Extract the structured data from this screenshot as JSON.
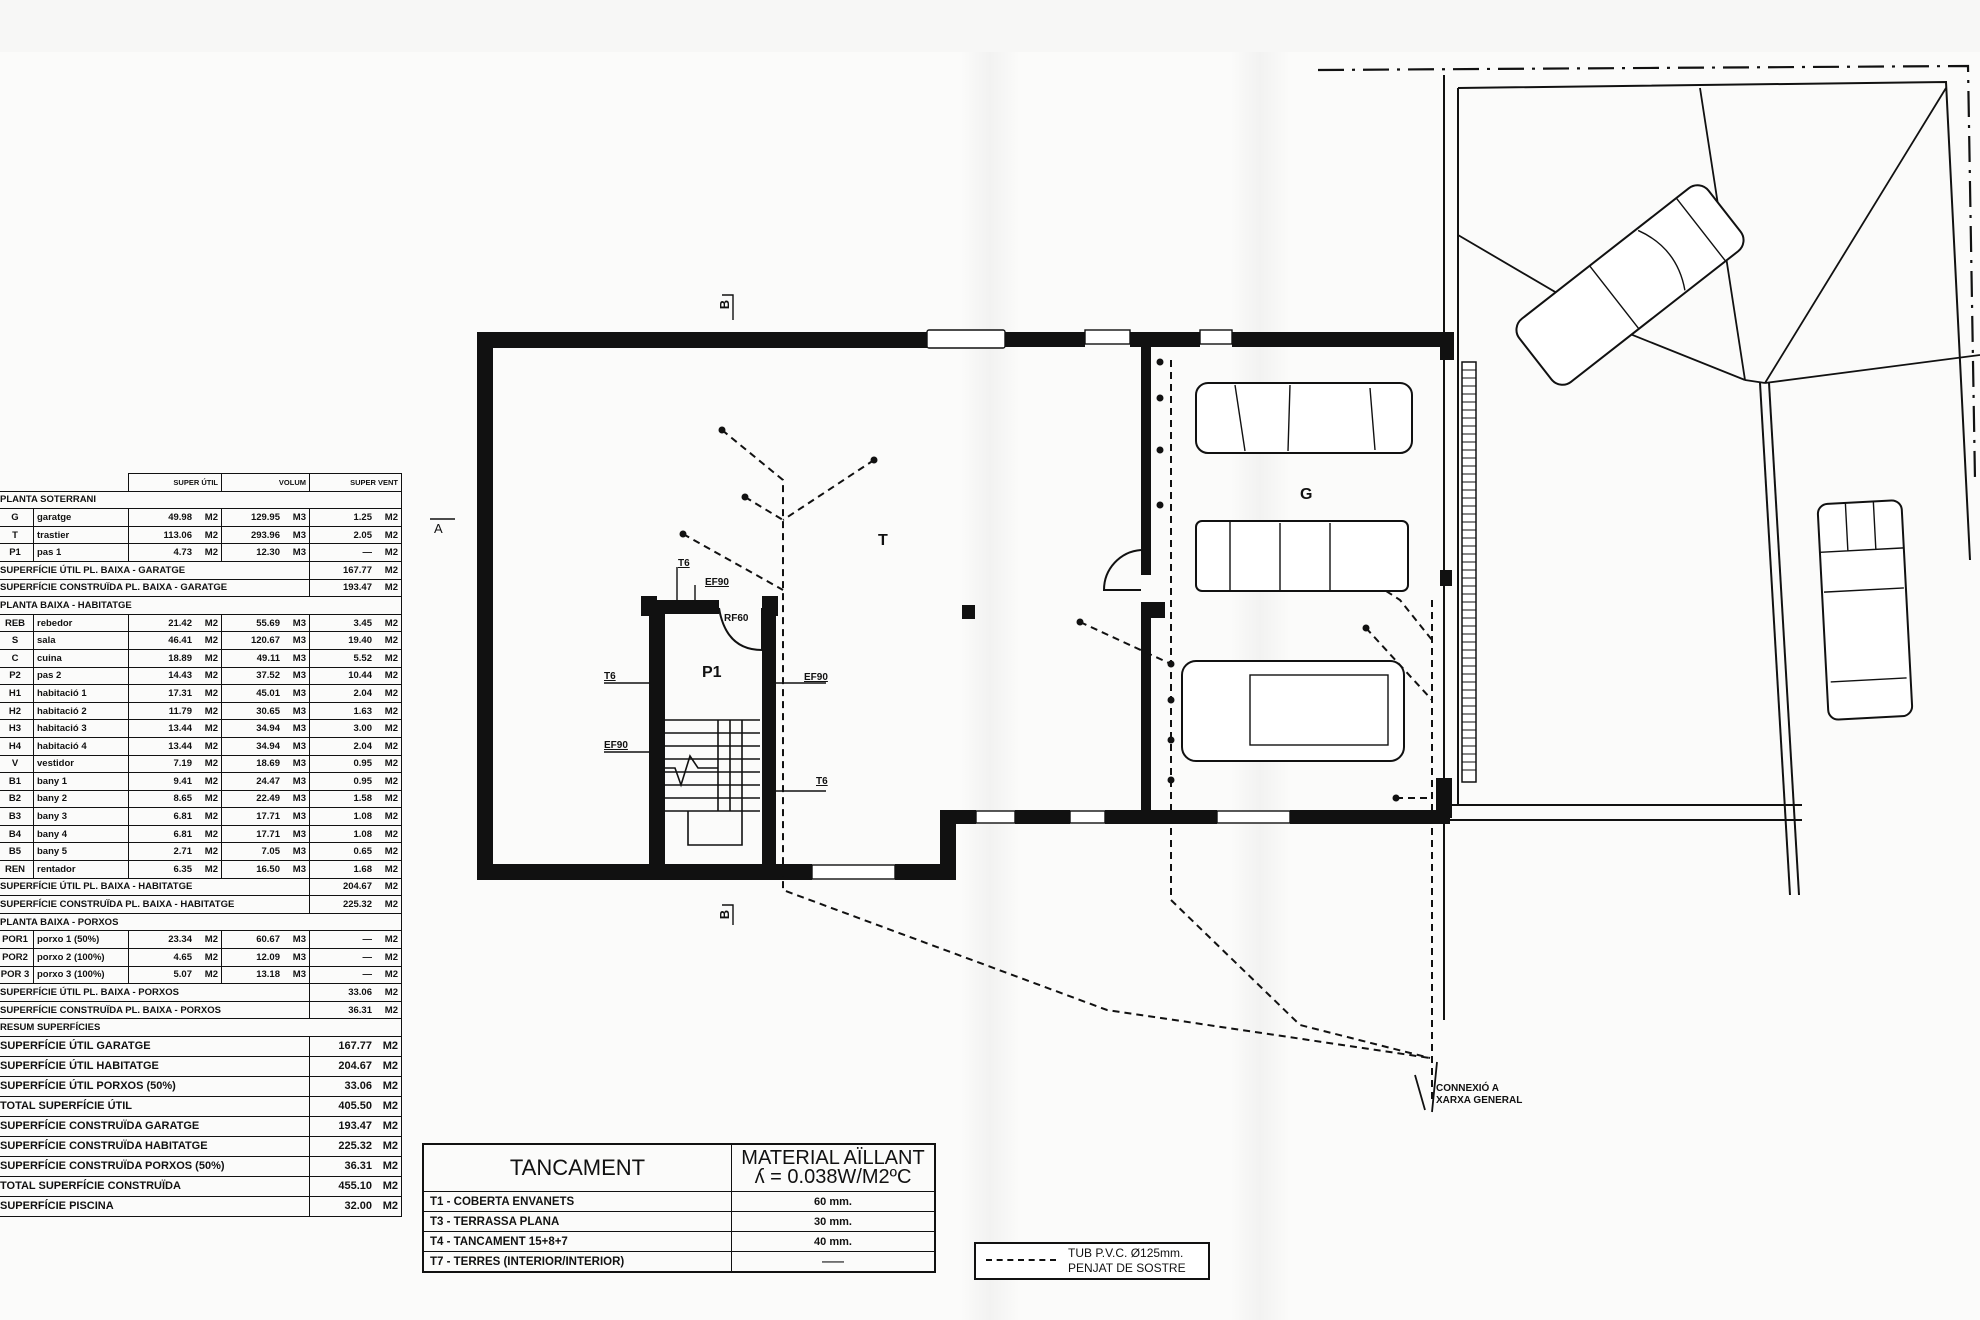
{
  "surfaces_table": {
    "headers": [
      "SUPER ÚTIL",
      "VOLUM",
      "SUPER VENT"
    ],
    "sections": [
      {
        "title": "PLANTA SOTERRANI",
        "rows": [
          {
            "code": "G",
            "name": "garatge",
            "util": "49.98",
            "volum": "129.95",
            "vent": "1.25"
          },
          {
            "code": "T",
            "name": "trastier",
            "util": "113.06",
            "volum": "293.96",
            "vent": "2.05"
          },
          {
            "code": "P1",
            "name": "pas 1",
            "util": "4.73",
            "volum": "12.30",
            "vent": "—"
          }
        ],
        "totals": [
          {
            "label": "SUPERFÍCIE ÚTIL PL. BAIXA - GARATGE",
            "value": "167.77"
          },
          {
            "label": "SUPERFÍCIE CONSTRUÏDA PL. BAIXA - GARATGE",
            "value": "193.47"
          }
        ]
      },
      {
        "title": "PLANTA BAIXA - HABITATGE",
        "rows": [
          {
            "code": "REB",
            "name": "rebedor",
            "util": "21.42",
            "volum": "55.69",
            "vent": "3.45"
          },
          {
            "code": "S",
            "name": "sala",
            "util": "46.41",
            "volum": "120.67",
            "vent": "19.40"
          },
          {
            "code": "C",
            "name": "cuina",
            "util": "18.89",
            "volum": "49.11",
            "vent": "5.52"
          },
          {
            "code": "P2",
            "name": "pas 2",
            "util": "14.43",
            "volum": "37.52",
            "vent": "10.44"
          },
          {
            "code": "H1",
            "name": "habitació 1",
            "util": "17.31",
            "volum": "45.01",
            "vent": "2.04"
          },
          {
            "code": "H2",
            "name": "habitació 2",
            "util": "11.79",
            "volum": "30.65",
            "vent": "1.63"
          },
          {
            "code": "H3",
            "name": "habitació 3",
            "util": "13.44",
            "volum": "34.94",
            "vent": "3.00"
          },
          {
            "code": "H4",
            "name": "habitació 4",
            "util": "13.44",
            "volum": "34.94",
            "vent": "2.04"
          },
          {
            "code": "V",
            "name": "vestidor",
            "util": "7.19",
            "volum": "18.69",
            "vent": "0.95"
          },
          {
            "code": "B1",
            "name": "bany 1",
            "util": "9.41",
            "volum": "24.47",
            "vent": "0.95"
          },
          {
            "code": "B2",
            "name": "bany 2",
            "util": "8.65",
            "volum": "22.49",
            "vent": "1.58"
          },
          {
            "code": "B3",
            "name": "bany 3",
            "util": "6.81",
            "volum": "17.71",
            "vent": "1.08"
          },
          {
            "code": "B4",
            "name": "bany 4",
            "util": "6.81",
            "volum": "17.71",
            "vent": "1.08"
          },
          {
            "code": "B5",
            "name": "bany 5",
            "util": "2.71",
            "volum": "7.05",
            "vent": "0.65"
          },
          {
            "code": "REN",
            "name": "rentador",
            "util": "6.35",
            "volum": "16.50",
            "vent": "1.68"
          }
        ],
        "totals": [
          {
            "label": "SUPERFÍCIE ÚTIL PL. BAIXA - HABITATGE",
            "value": "204.67"
          },
          {
            "label": "SUPERFÍCIE CONSTRUÏDA PL. BAIXA - HABITATGE",
            "value": "225.32"
          }
        ]
      },
      {
        "title": "PLANTA BAIXA - PORXOS",
        "rows": [
          {
            "code": "POR1",
            "name": "porxo 1 (50%)",
            "util": "23.34",
            "volum": "60.67",
            "vent": "—"
          },
          {
            "code": "POR2",
            "name": "porxo 2 (100%)",
            "util": "4.65",
            "volum": "12.09",
            "vent": "—"
          },
          {
            "code": "POR 3",
            "name": "porxo 3 (100%)",
            "util": "5.07",
            "volum": "13.18",
            "vent": "—"
          }
        ],
        "totals": [
          {
            "label": "SUPERFÍCIE ÚTIL PL. BAIXA - PORXOS",
            "value": "33.06"
          },
          {
            "label": "SUPERFÍCIE CONSTRUÏDA PL. BAIXA - PORXOS",
            "value": "36.31"
          }
        ]
      }
    ],
    "units": {
      "area": "M2",
      "volume": "M3"
    },
    "resum": {
      "title": "RESUM SUPERFÍCIES",
      "rows": [
        {
          "label": "SUPERFÍCIE ÚTIL GARATGE",
          "value": "167.77"
        },
        {
          "label": "SUPERFÍCIE ÚTIL HABITATGE",
          "value": "204.67"
        },
        {
          "label": "SUPERFÍCIE ÚTIL PORXOS (50%)",
          "value": "33.06"
        },
        {
          "label": "TOTAL SUPERFÍCIE ÚTIL",
          "value": "405.50"
        },
        {
          "label": "SUPERFÍCIE CONSTRUÏDA GARATGE",
          "value": "193.47"
        },
        {
          "label": "SUPERFÍCIE CONSTRUÏDA HABITATGE",
          "value": "225.32"
        },
        {
          "label": "SUPERFÍCIE CONSTRUÏDA PORXOS (50%)",
          "value": "36.31"
        },
        {
          "label": "TOTAL SUPERFÍCIE CONSTRUÏDA",
          "value": "455.10"
        },
        {
          "label": "SUPERFÍCIE PISCINA",
          "value": "32.00"
        }
      ]
    }
  },
  "insulation_table": {
    "header_left": "TANCAMENT",
    "header_right_1": "MATERIAL AÏLLANT",
    "header_right_2": "ʎ = 0.038W/M2ºC",
    "rows": [
      {
        "label": "T1 - COBERTA ENVANETS",
        "value": "60 mm."
      },
      {
        "label": "T3 - TERRASSA PLANA",
        "value": "30 mm."
      },
      {
        "label": "T4 - TANCAMENT 15+8+7",
        "value": "40 mm."
      },
      {
        "label": "T7 - TERRES (INTERIOR/INTERIOR)",
        "value": "——"
      }
    ]
  },
  "legend": {
    "line1": "TUB P.V.C. Ø125mm.",
    "line2": "PENJAT DE SOSTRE"
  },
  "plan": {
    "rooms": {
      "trastier": "T",
      "stair": "P1",
      "garage": "G"
    },
    "section_marks": {
      "a": "A",
      "b": "B"
    },
    "tags": {
      "t6": "T6",
      "ef90": "EF90",
      "rf60": "RF60"
    },
    "connection_line1": "CONNEXIÓ A",
    "connection_line2": "XARXA GENERAL"
  }
}
